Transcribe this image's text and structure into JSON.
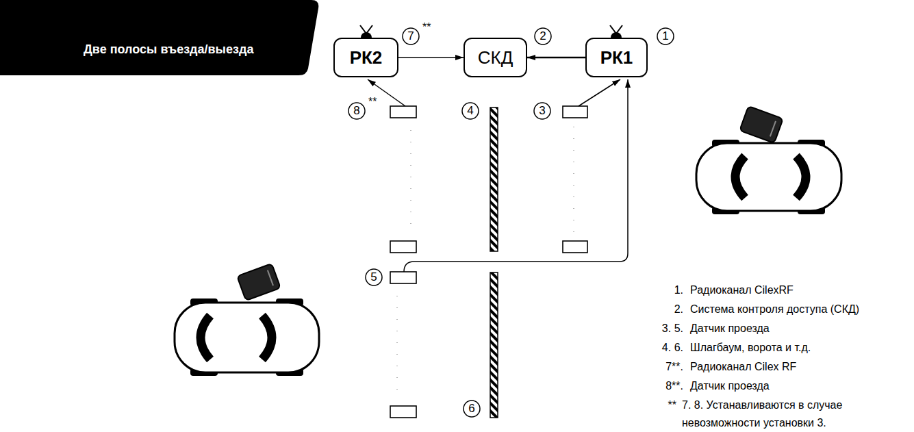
{
  "diagram": {
    "title": "Две полосы въезда/выезда",
    "nodes": [
      {
        "text": [
          "РК2"
        ]
      },
      {
        "text": [
          "7",
          "**"
        ]
      },
      {
        "text": [
          "СКД"
        ]
      },
      {
        "text": [
          "2"
        ]
      },
      {
        "text": [
          "РК1"
        ]
      },
      {
        "text": [
          "1"
        ]
      },
      {
        "text": [
          "8",
          "**"
        ]
      },
      {
        "text": [
          "4"
        ]
      },
      {
        "text": [
          "3"
        ]
      },
      {
        "text": [
          "5"
        ]
      },
      {
        "text": [
          "6"
        ]
      }
    ],
    "edges": [
      {
        "from": 0,
        "to": 2,
        "arrow": "to"
      },
      {
        "from": 4,
        "to": 2,
        "arrow": "to"
      }
    ],
    "labels": [
      "1.",
      "Радиоканал CilexRF",
      "2.",
      "Система контроля доступа (СКД)",
      "3. 5.",
      "Датчик проезда",
      "4. 6.",
      "Шлагбаум, ворота и т.д.",
      "7**.",
      "Радиоканал Cilex RF",
      "8**.",
      "Датчик проезда",
      "**",
      "7. 8. Устанавливаются в случае невозможности установки 3."
    ]
  }
}
